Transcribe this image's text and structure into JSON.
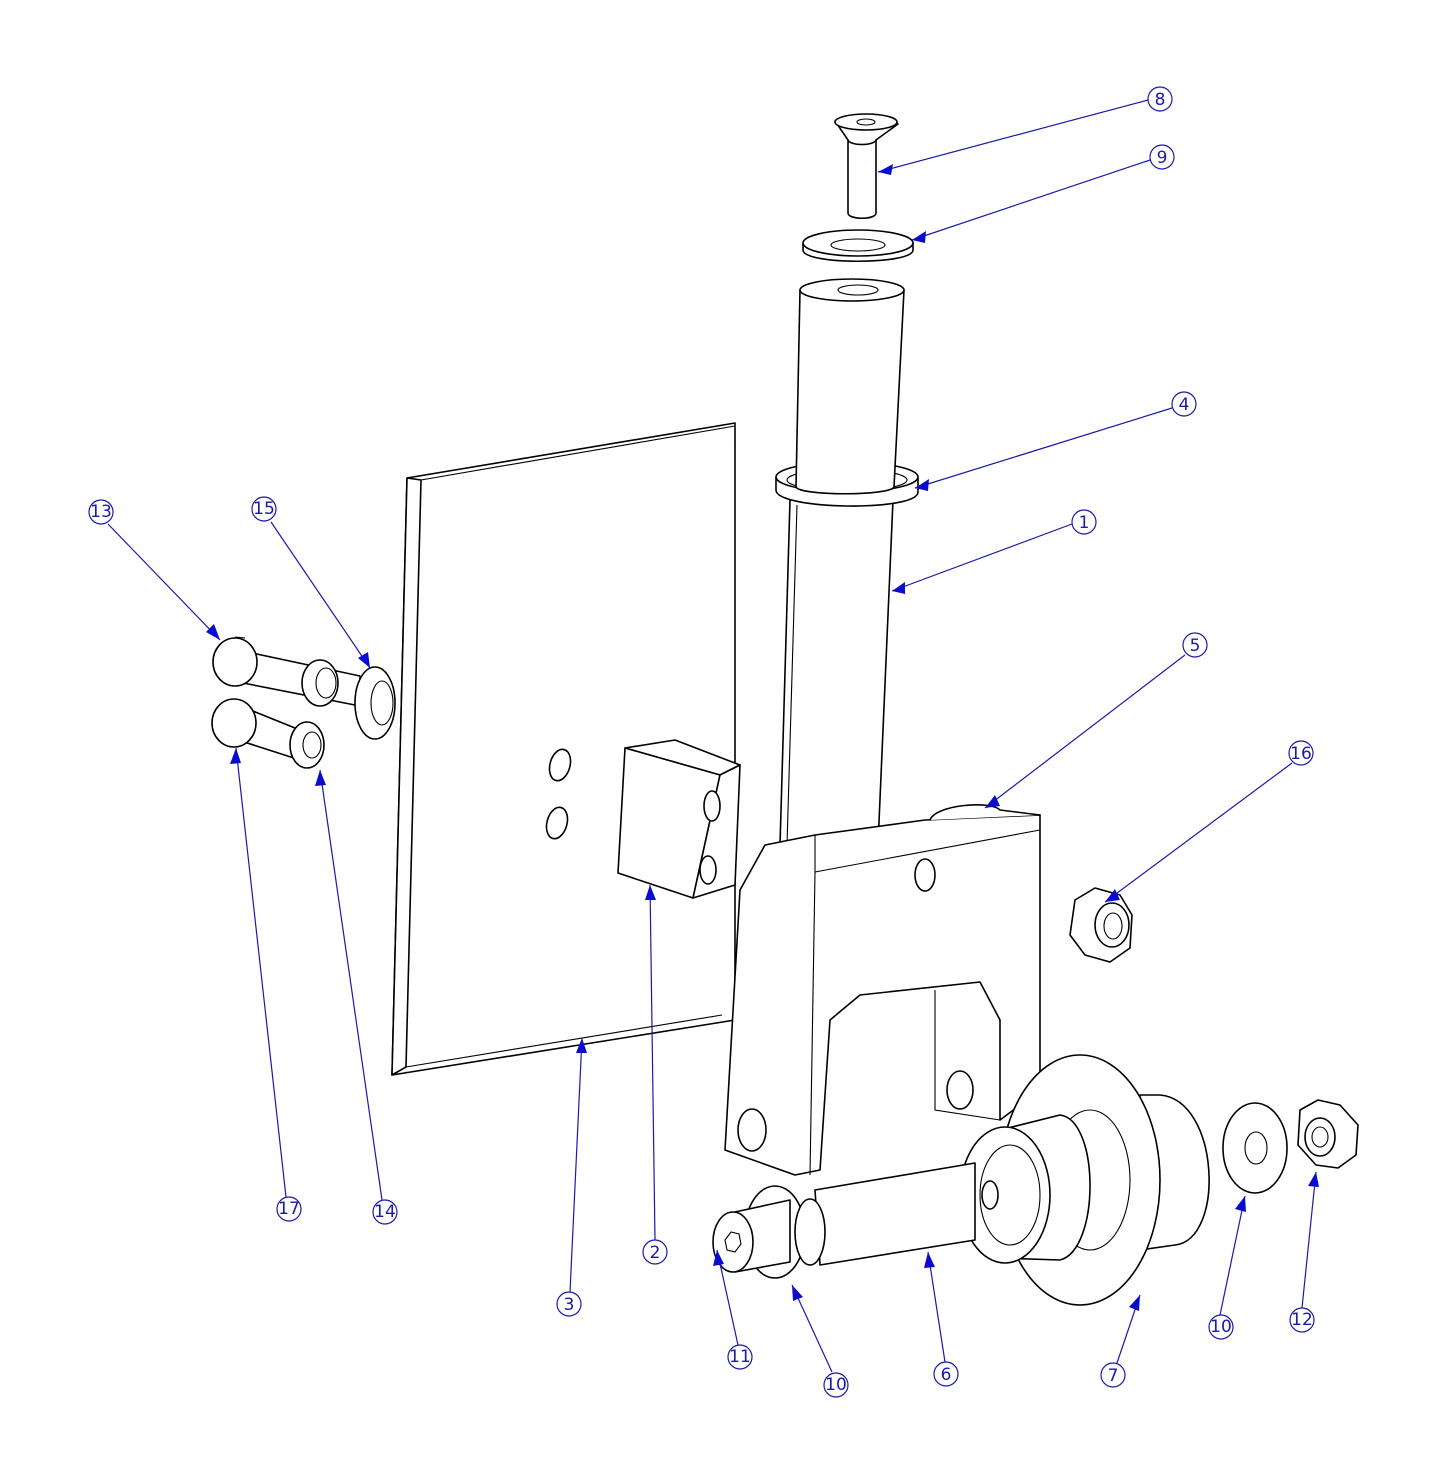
{
  "diagram": {
    "colors": {
      "lines": "#000000",
      "callouts": "#1a1aa8",
      "arrowheads": "#0b0bd0",
      "background": "#ffffff"
    },
    "callouts": [
      {
        "id": "c8",
        "label": "8"
      },
      {
        "id": "c9",
        "label": "9"
      },
      {
        "id": "c4",
        "label": "4"
      },
      {
        "id": "c1",
        "label": "1"
      },
      {
        "id": "c5",
        "label": "5"
      },
      {
        "id": "c16",
        "label": "16"
      },
      {
        "id": "c13",
        "label": "13"
      },
      {
        "id": "c15",
        "label": "15"
      },
      {
        "id": "c17",
        "label": "17"
      },
      {
        "id": "c14",
        "label": "14"
      },
      {
        "id": "c3",
        "label": "3"
      },
      {
        "id": "c2",
        "label": "2"
      },
      {
        "id": "c11",
        "label": "11"
      },
      {
        "id": "c10a",
        "label": "10"
      },
      {
        "id": "c6",
        "label": "6"
      },
      {
        "id": "c7",
        "label": "7"
      },
      {
        "id": "c10b",
        "label": "10"
      },
      {
        "id": "c12",
        "label": "12"
      }
    ]
  }
}
